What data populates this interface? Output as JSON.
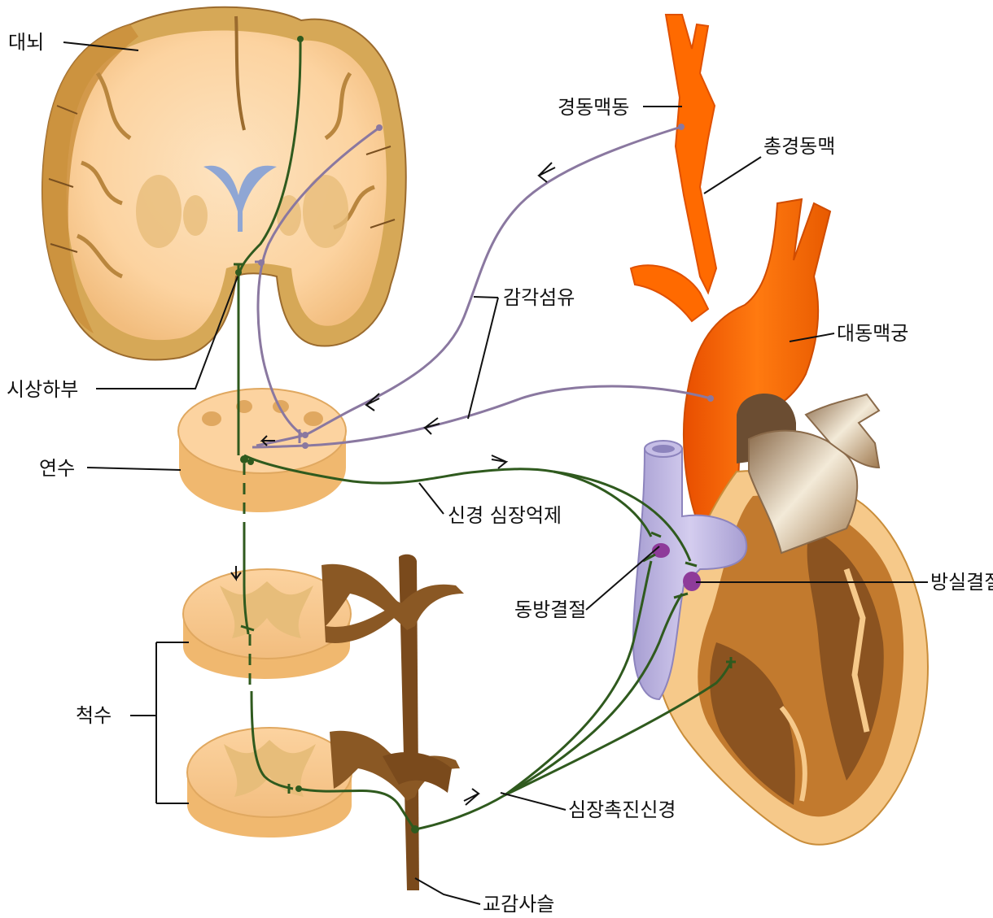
{
  "diagram": {
    "labels": {
      "cerebrum": "대뇌",
      "hypothalamus": "시상하부",
      "medulla": "연수",
      "spinal_cord": "척수",
      "sympathetic_chain": "교감사슬",
      "carotid_sinus": "경동맥동",
      "common_carotid": "총경동맥",
      "aortic_arch": "대동맥궁",
      "sensory_fiber": "감각섬유",
      "cardio_inhibitory": "신경 심장억제",
      "sa_node": "동방결절",
      "av_node": "방실결절",
      "cardio_accelerator": "심장촉진신경"
    },
    "colors": {
      "motor_nerve": "#2f5a1e",
      "sensory_nerve": "#8a78a0",
      "artery": "#ff6a00",
      "vein": "#b9b0dc",
      "node": "#8e3b9a",
      "tissue_light": "#fcd3a0",
      "tissue_dark": "#d6a857",
      "heart_muscle": "#c27a2e",
      "ganglion_chain": "#7a4a1c"
    }
  }
}
